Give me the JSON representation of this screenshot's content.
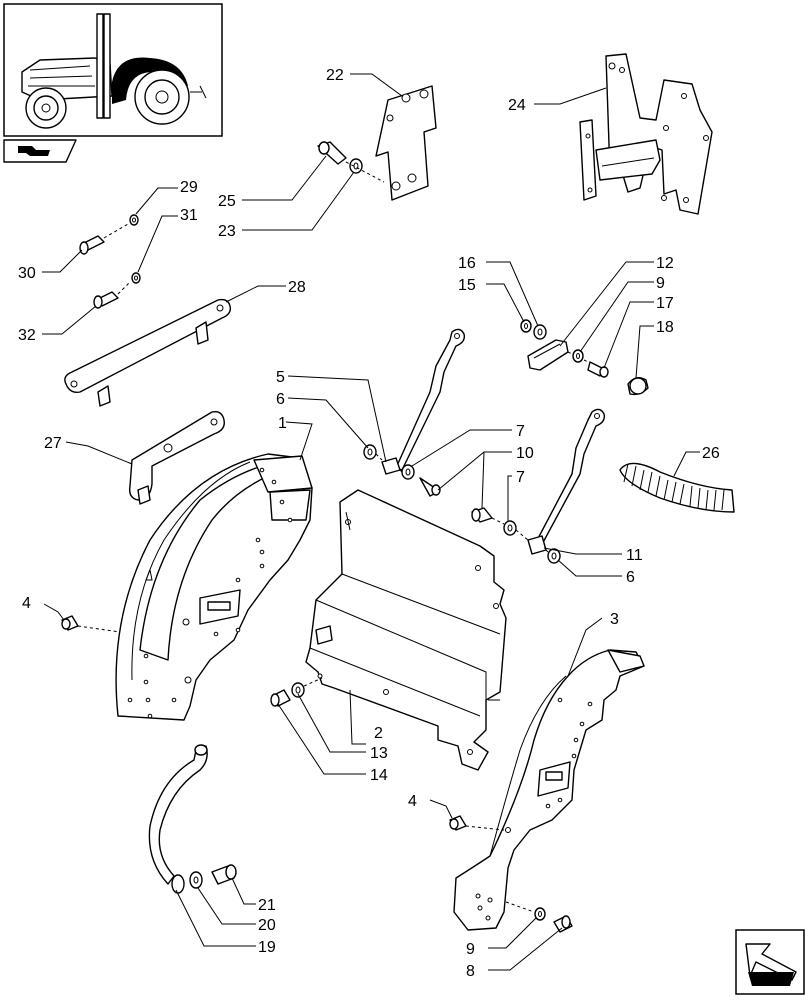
{
  "diagram": {
    "callouts": [
      {
        "id": "c1",
        "label": "1"
      },
      {
        "id": "c2",
        "label": "2"
      },
      {
        "id": "c3",
        "label": "3"
      },
      {
        "id": "c4a",
        "label": "4"
      },
      {
        "id": "c4b",
        "label": "4"
      },
      {
        "id": "c5",
        "label": "5"
      },
      {
        "id": "c6a",
        "label": "6"
      },
      {
        "id": "c6b",
        "label": "6"
      },
      {
        "id": "c7a",
        "label": "7"
      },
      {
        "id": "c7b",
        "label": "7"
      },
      {
        "id": "c8",
        "label": "8"
      },
      {
        "id": "c9a",
        "label": "9"
      },
      {
        "id": "c9b",
        "label": "9"
      },
      {
        "id": "c10",
        "label": "10"
      },
      {
        "id": "c11",
        "label": "11"
      },
      {
        "id": "c12",
        "label": "12"
      },
      {
        "id": "c13",
        "label": "13"
      },
      {
        "id": "c14",
        "label": "14"
      },
      {
        "id": "c15",
        "label": "15"
      },
      {
        "id": "c16",
        "label": "16"
      },
      {
        "id": "c17",
        "label": "17"
      },
      {
        "id": "c18",
        "label": "18"
      },
      {
        "id": "c19",
        "label": "19"
      },
      {
        "id": "c20",
        "label": "20"
      },
      {
        "id": "c21",
        "label": "21"
      },
      {
        "id": "c22",
        "label": "22"
      },
      {
        "id": "c23",
        "label": "23"
      },
      {
        "id": "c24",
        "label": "24"
      },
      {
        "id": "c25",
        "label": "25"
      },
      {
        "id": "c26",
        "label": "26"
      },
      {
        "id": "c27",
        "label": "27"
      },
      {
        "id": "c28",
        "label": "28"
      },
      {
        "id": "c29",
        "label": "29"
      },
      {
        "id": "c30",
        "label": "30"
      },
      {
        "id": "c31",
        "label": "31"
      },
      {
        "id": "c32",
        "label": "32"
      }
    ]
  },
  "icons": {
    "thumbnail": "tractor-thumbnail-icon",
    "nav_prev": "previous-page-arrow-icon",
    "nav_next": "next-page-arrow-icon"
  }
}
